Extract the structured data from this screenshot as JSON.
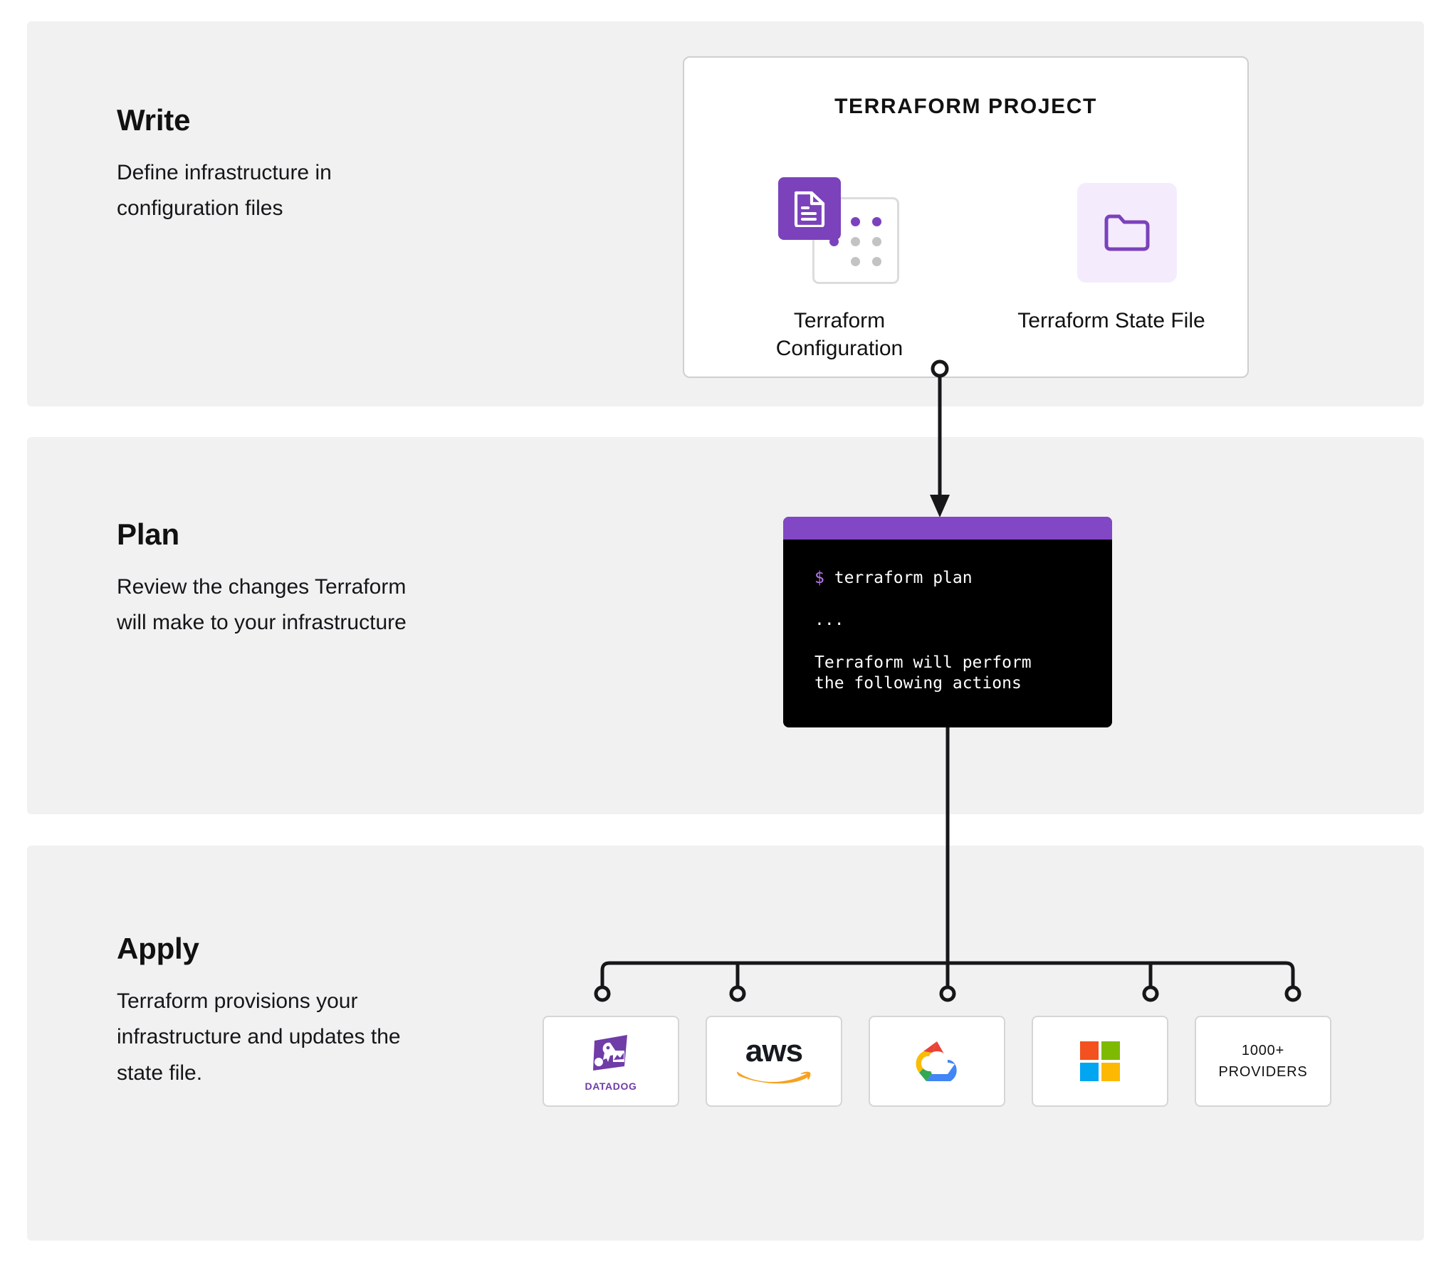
{
  "stages": [
    {
      "title": "Write",
      "description": "Define infrastructure in configuration files"
    },
    {
      "title": "Plan",
      "description": "Review the changes Terraform will make to your infrastructure"
    },
    {
      "title": "Apply",
      "description": "Terraform provisions your infrastructure and updates the state file."
    }
  ],
  "project_card": {
    "title": "TERRAFORM PROJECT",
    "assets": [
      {
        "label": "Terraform Configuration",
        "icon": "document-icon"
      },
      {
        "label": "Terraform State File",
        "icon": "folder-icon"
      }
    ]
  },
  "terminal": {
    "prompt_symbol": "$",
    "command": "terraform plan",
    "ellipsis": "...",
    "output_line_1": "Terraform will perform",
    "output_line_2": "the following actions"
  },
  "providers": [
    {
      "name": "Datadog",
      "kind": "logo",
      "label": "DATADOG"
    },
    {
      "name": "AWS",
      "kind": "logo",
      "label": "aws"
    },
    {
      "name": "Google Cloud",
      "kind": "logo",
      "label": ""
    },
    {
      "name": "Microsoft Azure",
      "kind": "logo",
      "label": ""
    },
    {
      "name": "Other providers",
      "kind": "text",
      "line1": "1000+",
      "line2": "PROVIDERS"
    }
  ],
  "colors": {
    "purple": "#7b42bc",
    "purple_bar": "#8247c5",
    "purple_light": "#f4ecfd",
    "panel_bg": "#f1f1f1",
    "terminal_bg": "#000000",
    "prompt": "#b977f0",
    "line": "#17171a"
  }
}
